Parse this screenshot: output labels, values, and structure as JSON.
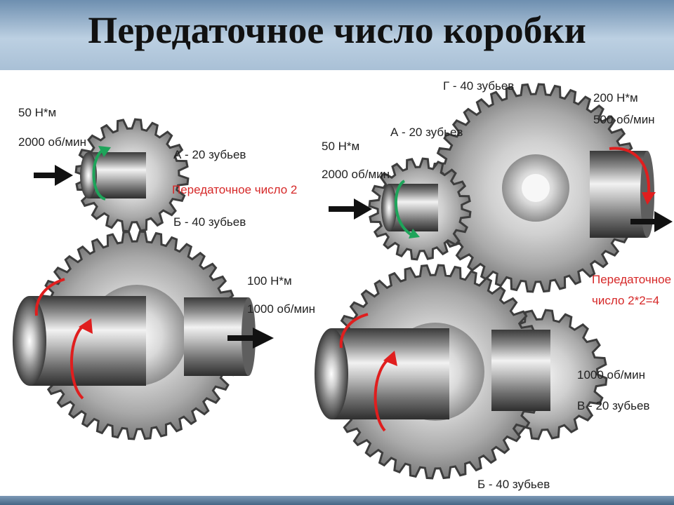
{
  "title": "Передаточное число коробки",
  "colors": {
    "ratio_text": "#d62828",
    "input_arrow": "#1ea45a",
    "output_arrow": "#e01e1e"
  },
  "left": {
    "input_torque": "50 Н*м",
    "input_speed": "2000 об/мин",
    "gear_a": "А - 20 зубьев",
    "ratio": "Передаточное число 2",
    "gear_b": "Б - 40 зубьев",
    "output_torque": "100 Н*м",
    "output_speed": "1000 об/мин"
  },
  "right": {
    "input_torque": "50 Н*м",
    "input_speed": "2000 об/мин",
    "gear_a": "А - 20 зубьев",
    "gear_g": "Г - 40 зубьев",
    "output_torque": "200 Н*м",
    "output_speed": "500 об/мин",
    "ratio_line1": "Передаточное",
    "ratio_line2": "число 2*2=4",
    "mid_speed": "1000 об/мин",
    "gear_v": "В - 20 зубьев",
    "gear_b": "Б - 40 зубьев"
  }
}
